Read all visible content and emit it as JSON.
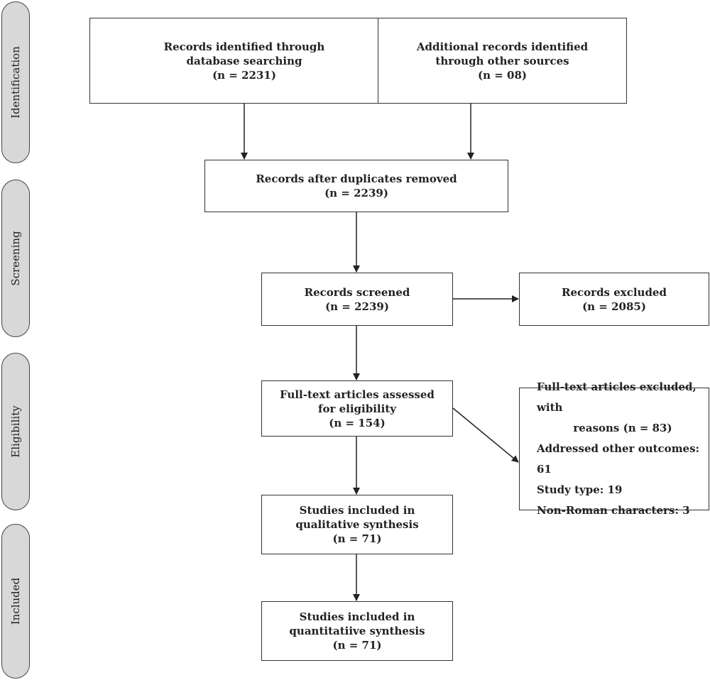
{
  "phases": {
    "identification": "Identification",
    "screening": "Screening",
    "eligibility": "Eligibility",
    "included": "Included"
  },
  "boxes": {
    "db_search": {
      "line1": "Records identified through",
      "line2": "database searching",
      "line3": "(n = 2231)"
    },
    "other_sources": {
      "line1": "Additional records identified",
      "line2": "through other sources",
      "line3": "(n = 08)"
    },
    "duplicates_removed": {
      "line1": "Records after duplicates removed",
      "line2": "(n = 2239)"
    },
    "screened": {
      "line1": "Records screened",
      "line2": "(n = 2239)"
    },
    "excluded": {
      "line1": "Records excluded",
      "line2": "(n = 2085)"
    },
    "fulltext_assessed": {
      "line1": "Full-text articles assessed",
      "line2": "for eligibility",
      "line3": "(n = 154)"
    },
    "fulltext_excluded": {
      "line1": "Full-text articles excluded, with",
      "line2": "reasons (n = 83)",
      "line3": "Addressed other outcomes: 61",
      "line4": "Study type: 19",
      "line5": "Non-Roman characters: 3"
    },
    "qualitative": {
      "line1": "Studies included in",
      "line2": "qualitative synthesis",
      "line3": "(n = 71)"
    },
    "quantitative": {
      "line1": "Studies included in",
      "line2": "quantitatiive synthesis",
      "line3": "(n = 71)"
    }
  }
}
